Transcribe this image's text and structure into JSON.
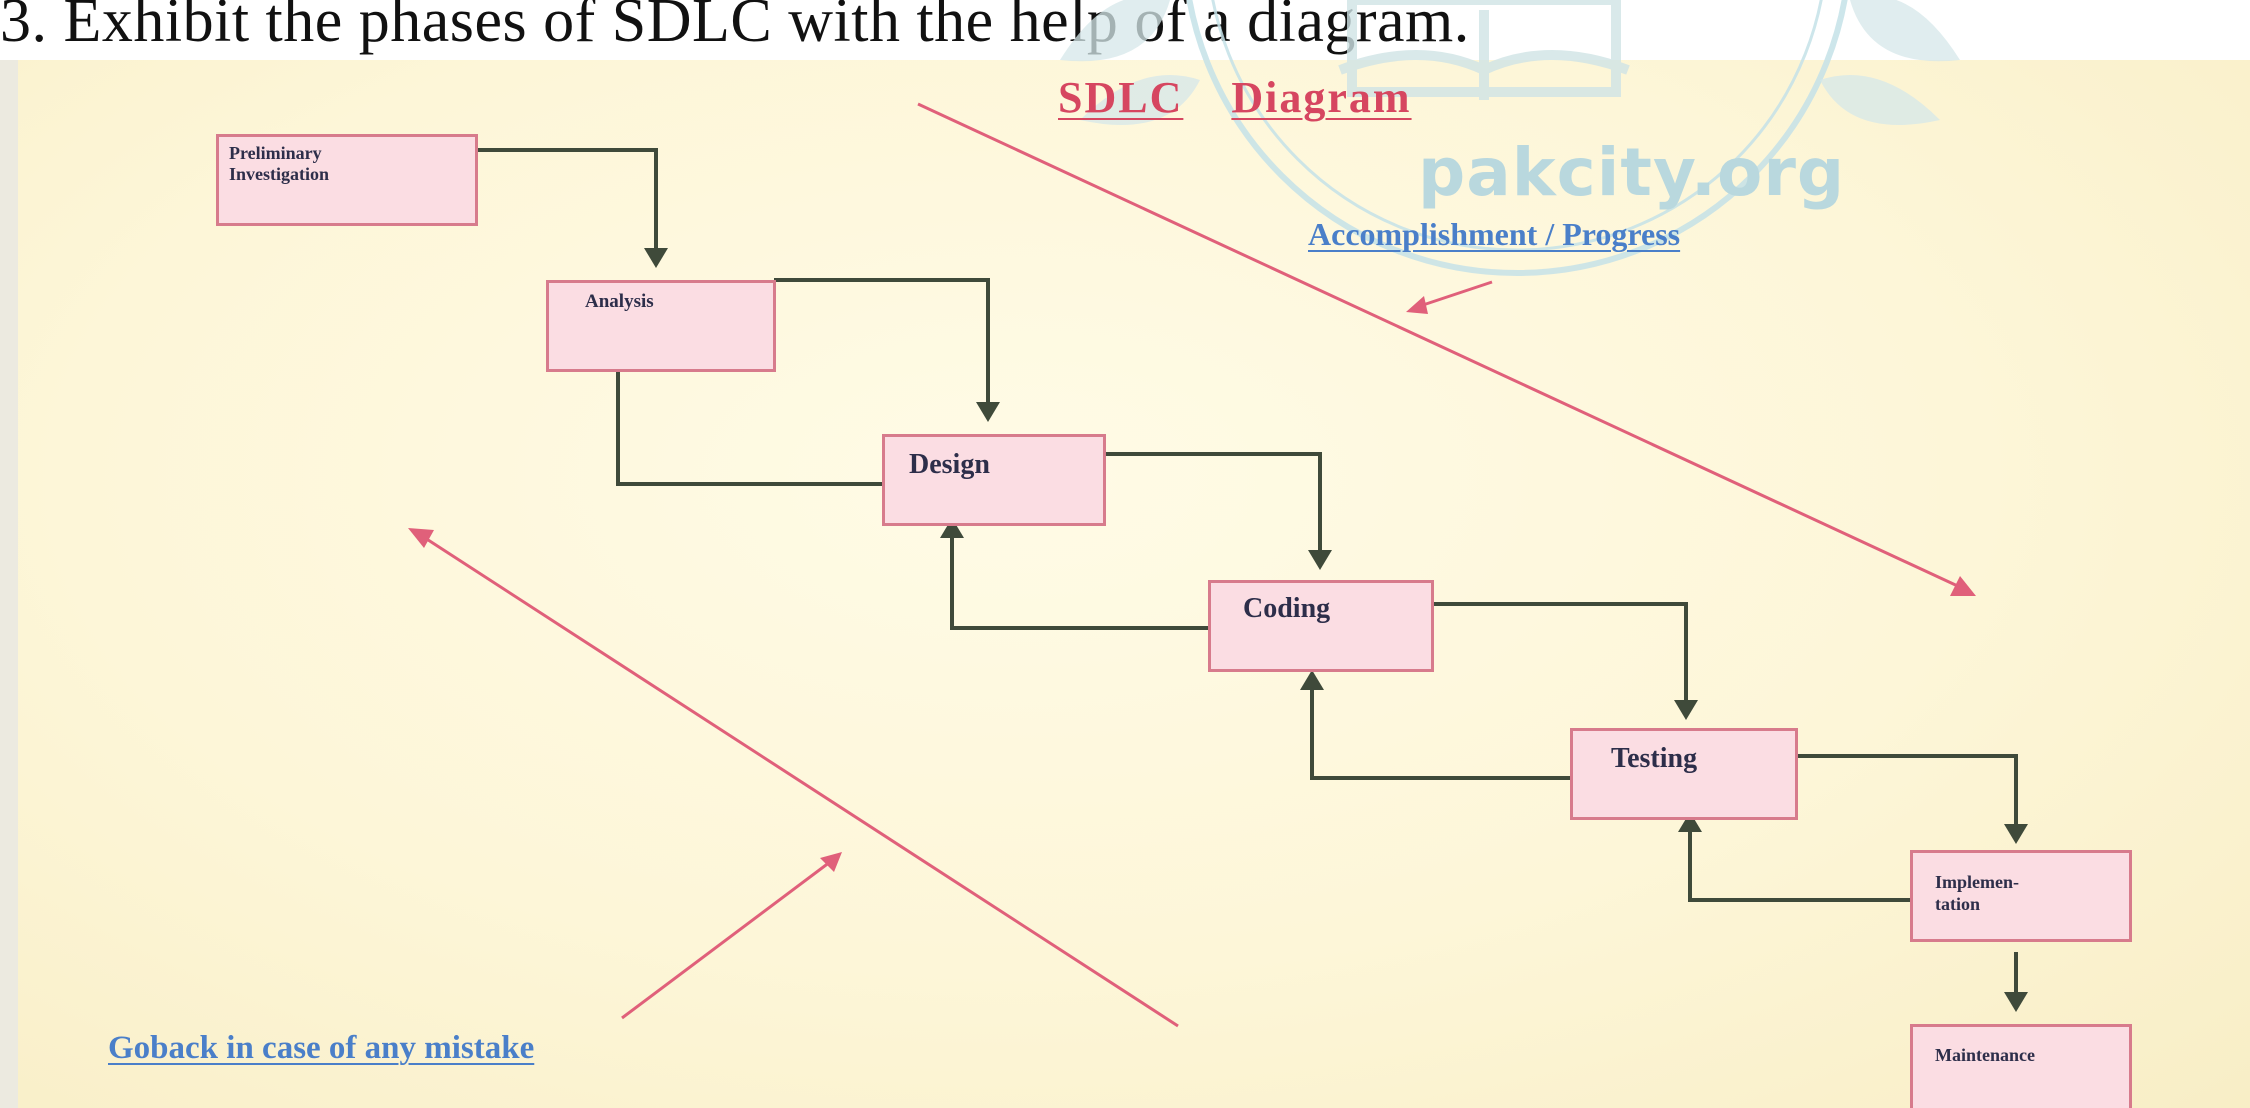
{
  "caption": {
    "text": "3. Exhibit the phases of SDLC with the help of a diagram."
  },
  "diagram": {
    "title": [
      "SDLC",
      "Diagram"
    ],
    "stages": [
      {
        "id": "preliminary",
        "lines": [
          "Preliminary",
          "Investigation"
        ]
      },
      {
        "id": "analysis",
        "lines": [
          "Analysis"
        ]
      },
      {
        "id": "design",
        "lines": [
          "Design"
        ]
      },
      {
        "id": "coding",
        "lines": [
          "Coding"
        ]
      },
      {
        "id": "testing",
        "lines": [
          "Testing"
        ]
      },
      {
        "id": "implementation",
        "lines": [
          "Implemen-",
          "tation"
        ]
      },
      {
        "id": "maintenance",
        "lines": [
          "Maintenance"
        ]
      }
    ],
    "forward_label": "Accomplishment / Progress",
    "backward_label": "Goback in case of any mistake",
    "watermark": "pakcity.org"
  },
  "colors": {
    "node_fill": "#fbdde3",
    "node_border": "#d77b8c",
    "connector": "#3f4a3a",
    "annotation": "#e0607a",
    "label_link": "#4a7fc9",
    "watermark": "#b9d8de"
  }
}
